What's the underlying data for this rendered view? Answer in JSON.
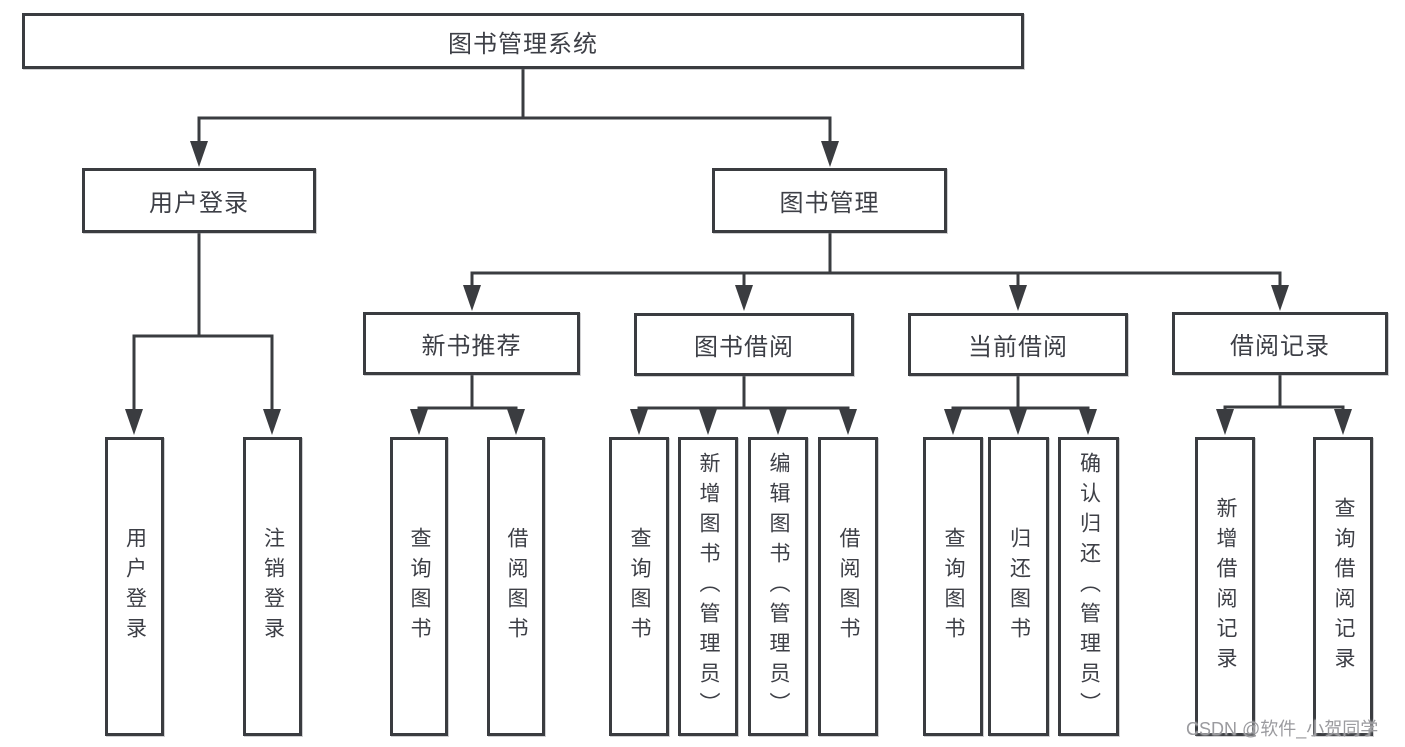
{
  "diagram": {
    "title": "图书管理系统",
    "type": "hierarchy-tree"
  },
  "nodes": {
    "root": {
      "label": "图书管理系统"
    },
    "user_login": {
      "label": "用户登录"
    },
    "book_management": {
      "label": "图书管理"
    },
    "new_book_recommend": {
      "label": "新书推荐"
    },
    "book_borrowing": {
      "label": "图书借阅"
    },
    "current_borrowing": {
      "label": "当前借阅"
    },
    "borrowing_records": {
      "label": "借阅记录"
    },
    "leaf_user_login": {
      "label": "用户登录"
    },
    "leaf_logout": {
      "label": "注销登录"
    },
    "leaf_recommend_query": {
      "label": "查询图书"
    },
    "leaf_recommend_borrow": {
      "label": "借阅图书"
    },
    "leaf_borrowing_query": {
      "label": "查询图书"
    },
    "leaf_borrowing_add": {
      "label": "新增图书（管理员）"
    },
    "leaf_borrowing_edit": {
      "label": "编辑图书（管理员）"
    },
    "leaf_borrowing_borrow": {
      "label": "借阅图书"
    },
    "leaf_current_query": {
      "label": "查询图书"
    },
    "leaf_current_return": {
      "label": "归还图书"
    },
    "leaf_current_confirm": {
      "label": "确认归还（管理员）"
    },
    "leaf_records_add": {
      "label": "新增借阅记录"
    },
    "leaf_records_query": {
      "label": "查询借阅记录"
    }
  },
  "watermark": {
    "text": "CSDN @软件_小贺同学"
  },
  "colors": {
    "line": "#3a3c40",
    "border": "#3a3c40",
    "text": "#3d3f46",
    "background": "#ffffff",
    "watermark": "#9b9b9f"
  }
}
